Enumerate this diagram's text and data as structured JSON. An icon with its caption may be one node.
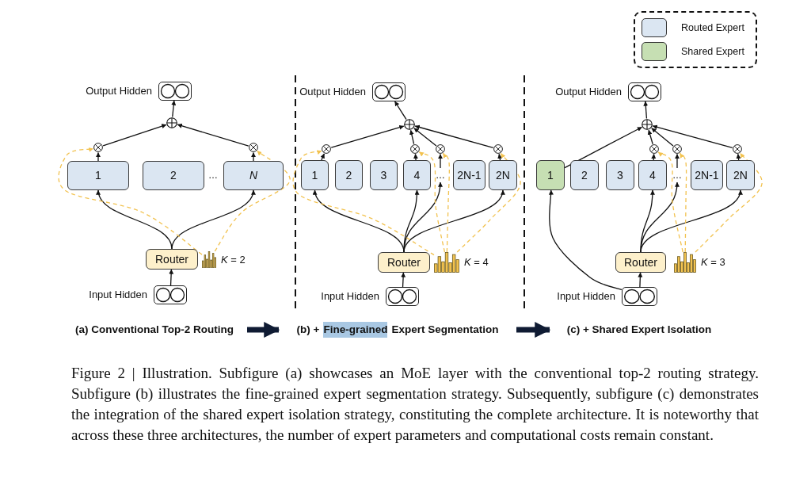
{
  "diagram": {
    "caption": "Figure 2 | Illustration. Subfigure (a) showcases an MoE layer with the conventional top-2 routing strategy. Subfigure (b) illustrates the fine-grained expert segmentation strategy. Subsequently, subfigure (c) demonstrates the integration of the shared expert isolation strategy, constituting the complete architecture. It is noteworthy that across these three architectures, the number of expert parameters and computational costs remain constant.",
    "nodes": [
      {
        "text": [],
        "shape": "box",
        "beside": [
          "Output Hidden"
        ]
      },
      {
        "text": [],
        "shape": "circle"
      },
      {
        "text": [],
        "shape": "circle"
      },
      {
        "text": [],
        "shape": "circle"
      },
      {
        "text": [
          "1"
        ]
      },
      {
        "text": [
          "2"
        ]
      },
      {
        "text": [
          "*N*"
        ]
      },
      {
        "text": [
          "Router"
        ]
      },
      {
        "text": [],
        "shape": "bar",
        "beside": [
          "*K* = 2"
        ]
      },
      {
        "text": [],
        "shape": "box",
        "beside": [
          "Input Hidden"
        ]
      },
      {
        "text": [],
        "shape": "box",
        "beside": [
          "Output Hidden"
        ]
      },
      {
        "text": [],
        "shape": "circle"
      },
      {
        "text": [],
        "shape": "circle"
      },
      {
        "text": [],
        "shape": "circle"
      },
      {
        "text": [],
        "shape": "circle"
      },
      {
        "text": [],
        "shape": "circle"
      },
      {
        "text": [
          "1"
        ]
      },
      {
        "text": [
          "2"
        ]
      },
      {
        "text": [
          "3"
        ]
      },
      {
        "text": [
          "4"
        ]
      },
      {
        "text": [
          "…"
        ]
      },
      {
        "text": [
          "2N-1"
        ]
      },
      {
        "text": [
          "2N"
        ]
      },
      {
        "text": [
          "Router"
        ]
      },
      {
        "text": [],
        "shape": "bar",
        "beside": [
          "*K* = 4"
        ]
      },
      {
        "text": [],
        "shape": "box",
        "beside": [
          "Input Hidden"
        ]
      },
      {
        "text": [],
        "shape": "box",
        "beside": [
          "Output Hidden"
        ]
      },
      {
        "text": [],
        "shape": "circle"
      },
      {
        "text": [],
        "shape": "circle"
      },
      {
        "text": [],
        "shape": "circle"
      },
      {
        "text": [],
        "shape": "circle"
      },
      {
        "text": [
          "1"
        ]
      },
      {
        "text": [
          "2"
        ]
      },
      {
        "text": [
          "3"
        ]
      },
      {
        "text": [
          "4"
        ]
      },
      {
        "text": [
          "…"
        ]
      },
      {
        "text": [
          "2N-1"
        ]
      },
      {
        "text": [
          "2N"
        ]
      },
      {
        "text": [
          "Router"
        ]
      },
      {
        "text": [],
        "shape": "bar",
        "beside": [
          "*K* = 3"
        ]
      },
      {
        "text": [],
        "shape": "box",
        "beside": [
          "Input Hidden"
        ]
      },
      {
        "text": [
          "(a) Conventional Top-2 Routing"
        ]
      },
      {
        "text": [
          "(b) +",
          "Fine-grained",
          "Expert Segmentation"
        ]
      },
      {
        "text": [
          "(c) + Shared Expert Isolation"
        ]
      }
    ],
    "edges": [
      {
        "from": 9,
        "to": 7,
        "arrow": "to"
      },
      {
        "from": 7,
        "to": 4,
        "arrow": "to"
      },
      {
        "from": 7,
        "to": 6,
        "arrow": "to"
      },
      {
        "from": 4,
        "to": 2,
        "arrow": "to"
      },
      {
        "from": 6,
        "to": 3,
        "arrow": "to"
      },
      {
        "from": 2,
        "to": 1,
        "arrow": "to"
      },
      {
        "from": 3,
        "to": 1,
        "arrow": "to"
      },
      {
        "from": 1,
        "to": 0,
        "arrow": "to"
      },
      {
        "from": 8,
        "to": 2,
        "arrow": "to",
        "style": "dashed",
        "color": "#f2c24f"
      },
      {
        "from": 8,
        "to": 3,
        "arrow": "to",
        "style": "dashed",
        "color": "#f2c24f"
      },
      {
        "from": 25,
        "to": 23,
        "arrow": "to"
      },
      {
        "from": 23,
        "to": 16,
        "arrow": "to"
      },
      {
        "from": 23,
        "to": 19,
        "arrow": "to"
      },
      {
        "from": 23,
        "to": 20,
        "arrow": "to"
      },
      {
        "from": 23,
        "to": 22,
        "arrow": "to"
      },
      {
        "from": 16,
        "to": 12,
        "arrow": "to"
      },
      {
        "from": 19,
        "to": 13,
        "arrow": "to"
      },
      {
        "from": 20,
        "to": 14,
        "arrow": "to"
      },
      {
        "from": 22,
        "to": 15,
        "arrow": "to"
      },
      {
        "from": 12,
        "to": 11,
        "arrow": "to"
      },
      {
        "from": 13,
        "to": 11,
        "arrow": "to"
      },
      {
        "from": 14,
        "to": 11,
        "arrow": "to"
      },
      {
        "from": 15,
        "to": 11,
        "arrow": "to"
      },
      {
        "from": 11,
        "to": 10,
        "arrow": "to"
      },
      {
        "from": 24,
        "to": 12,
        "arrow": "to",
        "style": "dashed",
        "color": "#f2c24f"
      },
      {
        "from": 24,
        "to": 13,
        "arrow": "to",
        "style": "dashed",
        "color": "#f2c24f"
      },
      {
        "from": 24,
        "to": 14,
        "arrow": "to",
        "style": "dashed",
        "color": "#f2c24f"
      },
      {
        "from": 24,
        "to": 15,
        "arrow": "to",
        "style": "dashed",
        "color": "#f2c24f"
      },
      {
        "from": 40,
        "to": 38,
        "arrow": "to"
      },
      {
        "from": 40,
        "to": 31,
        "arrow": "to"
      },
      {
        "from": 38,
        "to": 34,
        "arrow": "to"
      },
      {
        "from": 38,
        "to": 35,
        "arrow": "to"
      },
      {
        "from": 38,
        "to": 37,
        "arrow": "to"
      },
      {
        "from": 34,
        "to": 28,
        "arrow": "to"
      },
      {
        "from": 35,
        "to": 29,
        "arrow": "to"
      },
      {
        "from": 37,
        "to": 30,
        "arrow": "to"
      },
      {
        "from": 31,
        "to": 27,
        "arrow": "to"
      },
      {
        "from": 28,
        "to": 27,
        "arrow": "to"
      },
      {
        "from": 29,
        "to": 27,
        "arrow": "to"
      },
      {
        "from": 30,
        "to": 27,
        "arrow": "to"
      },
      {
        "from": 27,
        "to": 26,
        "arrow": "to"
      },
      {
        "from": 39,
        "to": 28,
        "arrow": "to",
        "style": "dashed",
        "color": "#f2c24f"
      },
      {
        "from": 39,
        "to": 29,
        "arrow": "to",
        "style": "dashed",
        "color": "#f2c24f"
      },
      {
        "from": 39,
        "to": 30,
        "arrow": "to",
        "style": "dashed",
        "color": "#f2c24f"
      },
      {
        "from": 41,
        "to": 42,
        "arrow": "to",
        "style": "thick",
        "color": "#0f1b33"
      },
      {
        "from": 42,
        "to": 43,
        "arrow": "to",
        "style": "thick",
        "color": "#0f1b33"
      }
    ],
    "labels": [
      "…"
    ],
    "legend": [
      {
        "text": "Routed Expert",
        "color": "#dbe6f2"
      },
      {
        "text": "Shared Expert",
        "color": "#c6dfb3"
      }
    ]
  }
}
